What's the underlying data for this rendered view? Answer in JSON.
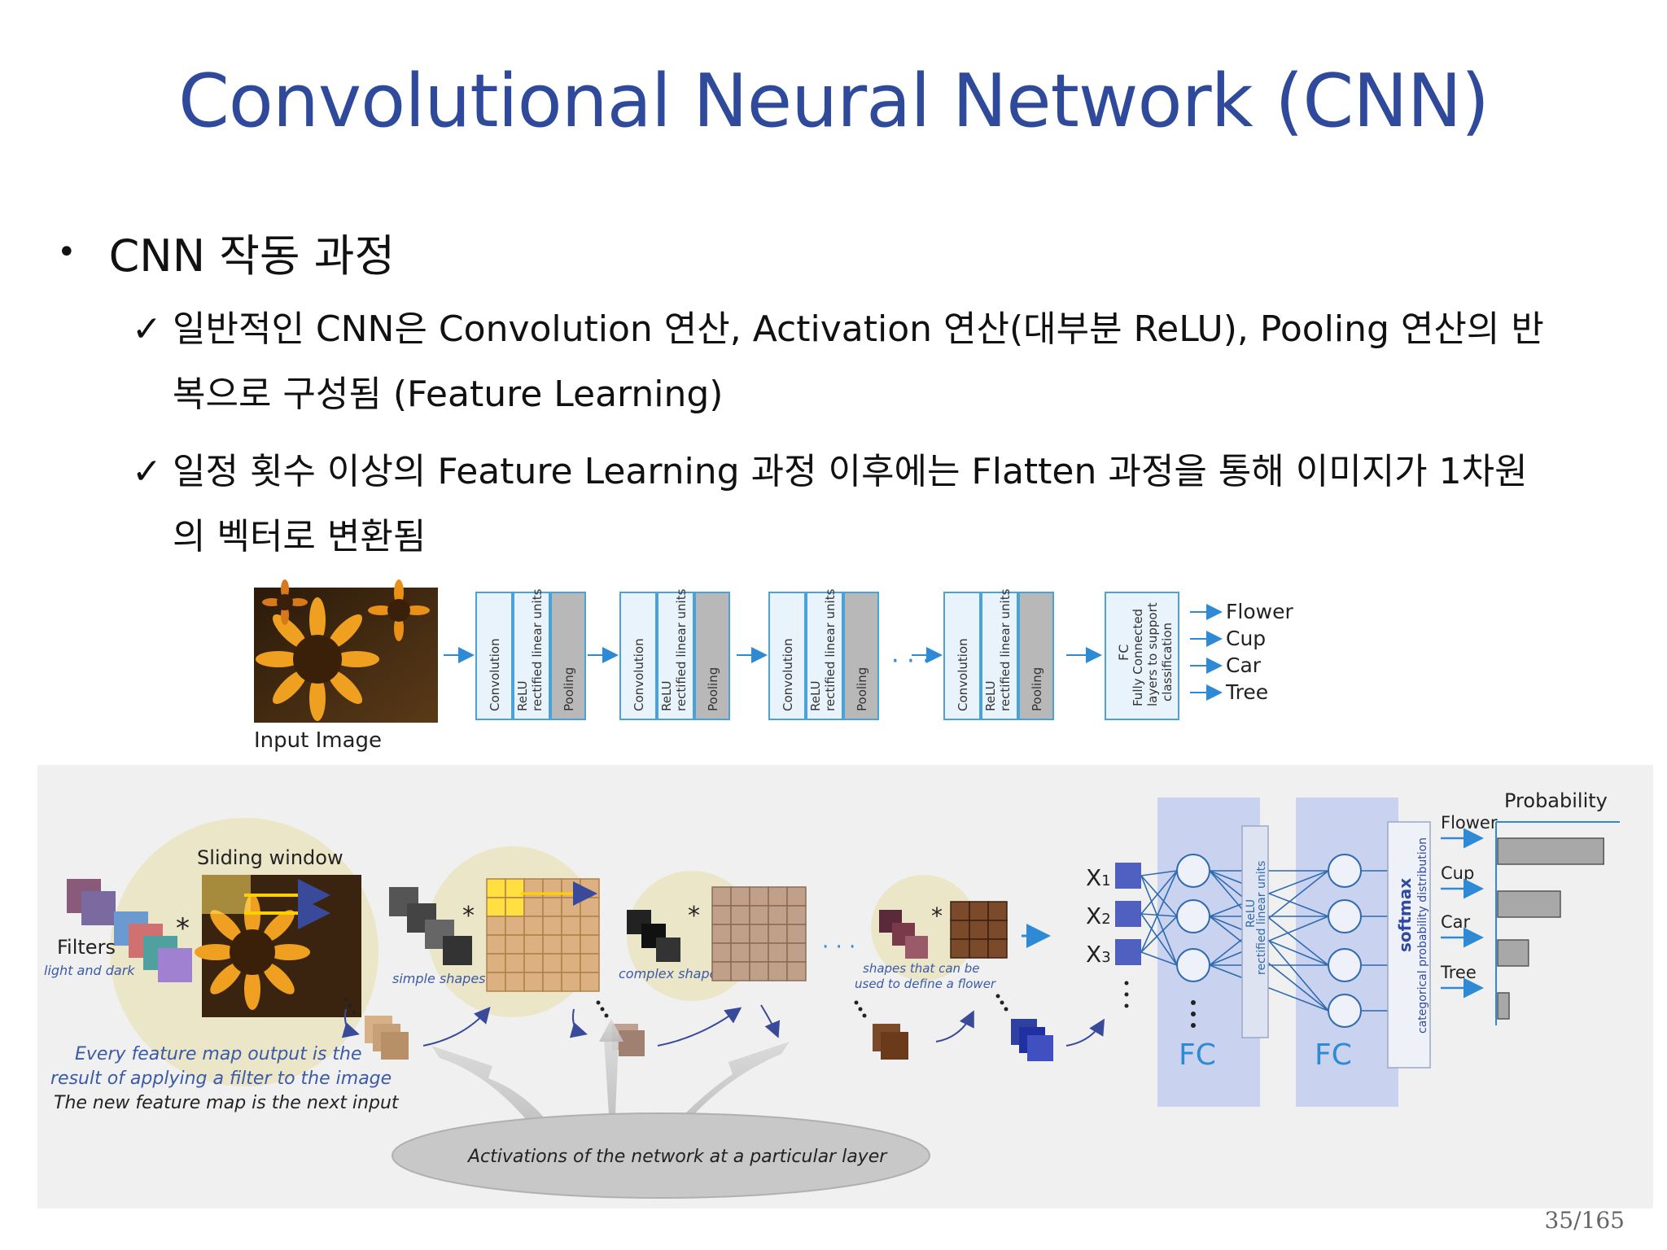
{
  "title": "Convolutional Neural Network (CNN)",
  "bullet": "CNN 작동 과정",
  "sub1_line1": "일반적인 CNN은 Convolution 연산, Activation 연산(대부분 ReLU), Pooling 연산의 반",
  "sub1_line2": "복으로 구성됨 (Feature Learning)",
  "sub2_line1": "일정 횟수 이상의 Feature Learning 과정 이후에는 Flatten 과정을 통해 이미지가 1차원",
  "sub2_line2": "의 벡터로 변환됨",
  "check": "✓",
  "top_diagram": {
    "input_label": "Input Image",
    "conv": "Convolution",
    "relu1": "ReLU",
    "relu2": "rectified linear units",
    "pool": "Pooling",
    "ellipsis": "· · ·",
    "fc": "FC",
    "fc_desc1": "Fully Connected",
    "fc_desc2": "layers to support",
    "fc_desc3": "classification",
    "classes": [
      "Flower",
      "Cup",
      "Car",
      "Tree"
    ]
  },
  "bottom_diagram": {
    "sliding_window": "Sliding window",
    "filters": "Filters",
    "light_dark": "light and dark",
    "simple_shapes": "simple shapes",
    "complex_shapes": "complex shapes",
    "shapes_flower1": "shapes that can be",
    "shapes_flower2": "used to define a flower",
    "caption1": "Every feature map output is the",
    "caption2": "result of applying a filter to the image",
    "caption3": "The new feature map is the next input",
    "activations": "Activations of the network at a particular layer",
    "star": "*",
    "ellipsis": "· · ·",
    "x1": "X",
    "x1_sub": "1",
    "x2": "X",
    "x2_sub": "2",
    "x3": "X",
    "x3_sub": "3",
    "fc1": "FC",
    "fc2": "FC",
    "relu1": "ReLU",
    "relu2": "rectified linear units",
    "softmax": "softmax",
    "softmax_desc": "categorical probability distribution",
    "probability": "Probability",
    "classes": [
      "Flower",
      "Cup",
      "Car",
      "Tree"
    ],
    "probabilities": [
      0.93,
      0.55,
      0.27,
      0.1
    ]
  },
  "page_number": "35/165",
  "colors": {
    "title": "#2f4a9a",
    "box_border": "#4aa3d8",
    "box_fill": "#e8f3fb",
    "pool_fill": "#b8b8b8",
    "fc_band": "#c9d3ef",
    "panel_bg": "#f0f0f0"
  }
}
